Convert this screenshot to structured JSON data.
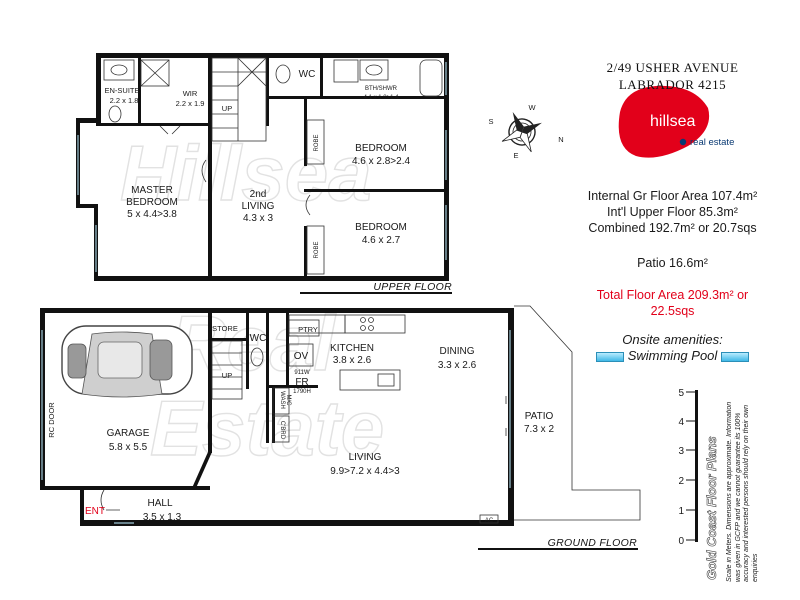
{
  "address": {
    "line1": "2/49 USHER AVENUE",
    "line2": "LABRADOR 4215"
  },
  "brand": {
    "name": "hillsea",
    "sub": "real estate",
    "red": "#e2001a",
    "blue": "#0a3a73"
  },
  "areas": {
    "internal_ground": "Internal Gr Floor Area 107.4m²",
    "internal_upper": "Int'l Upper Floor 85.3m²",
    "combined": "Combined 192.7m² or 20.7sqs",
    "patio": "Patio 16.6m²",
    "total_line1": "Total Floor Area 209.3m² or",
    "total_line2": "22.5sqs"
  },
  "amenities": {
    "heading": "Onsite amenities:",
    "item": "Swimming Pool"
  },
  "upper_floor": {
    "label": "UPPER FLOOR",
    "rooms": {
      "ensuite": {
        "name": "EN-SUITE",
        "dims": "2.2 x 1.8"
      },
      "wir": {
        "name": "WIR",
        "dims": "2.2 x 1.9"
      },
      "up": "UP",
      "wc": "WC",
      "bath": {
        "name": "BTH/SHWR",
        "dims": "4.1 x 1.8>1.4"
      },
      "robe1": "ROBE",
      "bed1": {
        "name": "BEDROOM",
        "dims": "4.6 x 2.8>2.4"
      },
      "master": {
        "name1": "MASTER",
        "name2": "BEDROOM",
        "dims": "5 x 4.4>3.8"
      },
      "living2": {
        "name1": "2nd",
        "name2": "LIVING",
        "dims": "4.3 x 3"
      },
      "robe2": "ROBE",
      "bed2": {
        "name": "BEDROOM",
        "dims": "4.6 x 2.7"
      }
    }
  },
  "ground_floor": {
    "label": "GROUND FLOOR",
    "rooms": {
      "store": "STORE",
      "wc": "WC",
      "ptry": "PTRY",
      "ov": "OV",
      "kitchen": {
        "name": "KITCHEN",
        "dims": "3.8 x 2.6"
      },
      "fr": {
        "top": "911W",
        "name": "FR",
        "bottom": "1790H"
      },
      "up": "UP",
      "wash": "WASH",
      "mc": "M/C",
      "cbrd": "C'BRD",
      "dining": {
        "name": "DINING",
        "dims": "3.3 x 2.6"
      },
      "rcdoor": "RC DOOR",
      "garage": {
        "name": "GARAGE",
        "dims": "5.8 x 5.5"
      },
      "patio": {
        "name": "PATIO",
        "dims": "7.3 x 2"
      },
      "living": {
        "name": "LIVING",
        "dims": "9.9>7.2 x 4.4>3"
      },
      "hall": {
        "name": "HALL",
        "dims": "3.5 x 1.3"
      },
      "ent": "ENT",
      "ac": "AC"
    }
  },
  "compass": {
    "w": "W",
    "s": "S",
    "n": "N",
    "e": "E"
  },
  "scale": {
    "ticks": [
      "5",
      "4",
      "3",
      "2",
      "1",
      "0"
    ],
    "company": "Gold Coast Floor Plans",
    "disclaimer": "Scale in Meters. Dimensions are approximate. Information was given in GCFP and we cannot guarantee its 100% accuracy and interested persons should rely on their own enquiries"
  },
  "watermark": {
    "upper": "Hillsea",
    "lower1": "Real",
    "lower2": "Estate"
  }
}
